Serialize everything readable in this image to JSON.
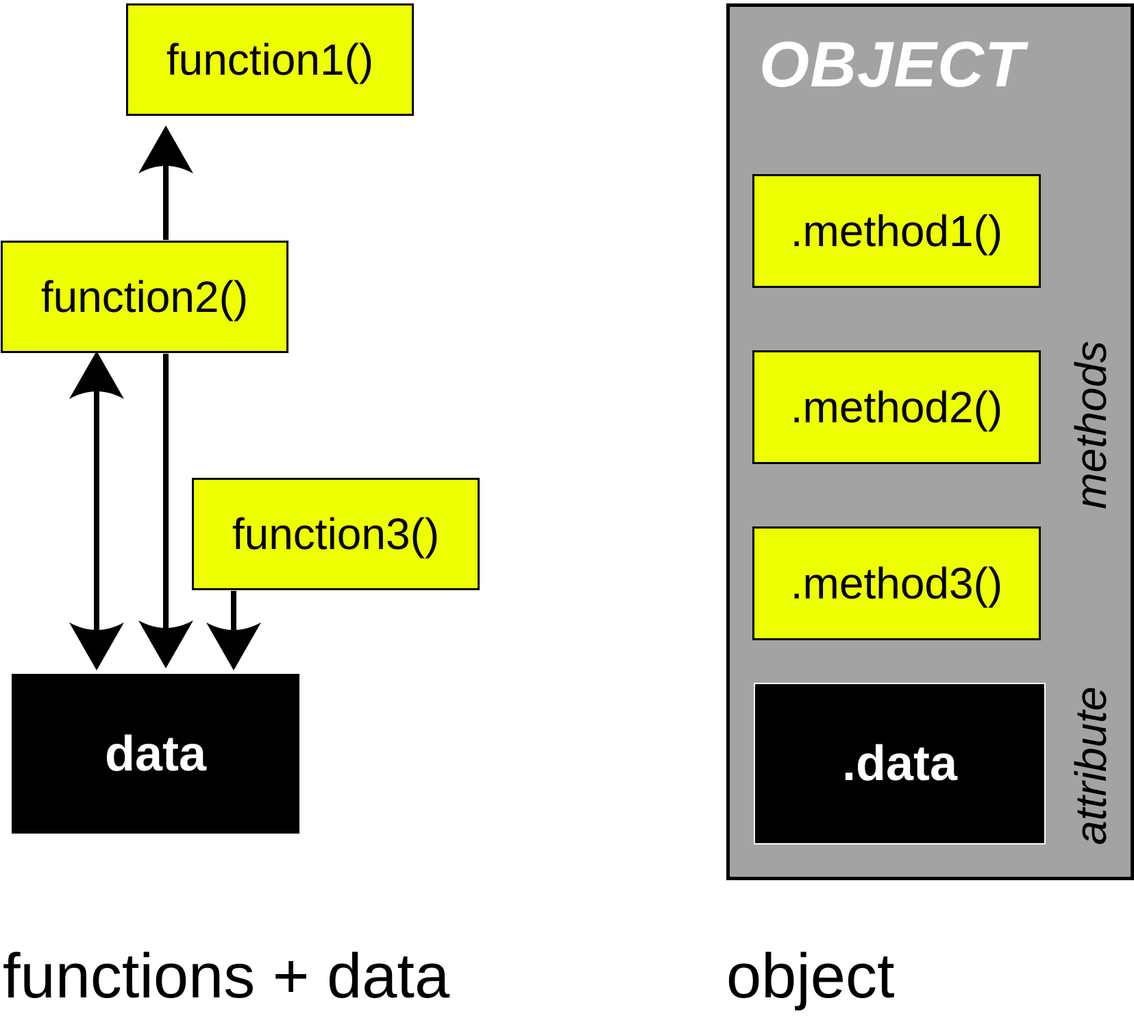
{
  "left_panel": {
    "function1_label": "function1()",
    "function2_label": "function2()",
    "function3_label": "function3()",
    "data_label": "data",
    "caption": "functions + data"
  },
  "right_panel": {
    "object_title": "OBJECT",
    "methods": [
      ".method1()",
      ".method2()",
      ".method3()"
    ],
    "data_label": ".data",
    "methods_side_label": "methods",
    "attribute_side_label": "attribute",
    "caption": "object"
  },
  "colors": {
    "function_box_fill": "#eeff00",
    "data_box_fill": "#000000",
    "object_fill": "#a3a3a3"
  }
}
